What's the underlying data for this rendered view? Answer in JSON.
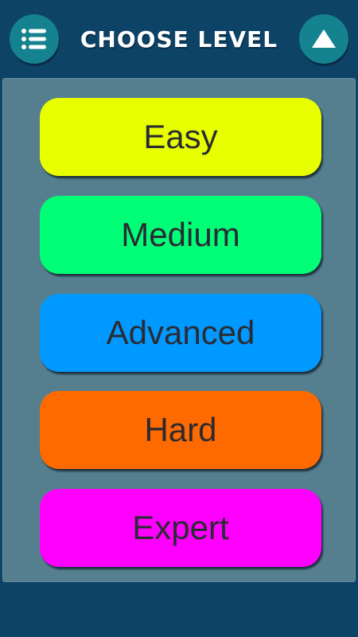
{
  "header": {
    "title": "CHOOSE LEVEL",
    "menu_icon": "list-icon",
    "up_icon": "triangle-up-icon"
  },
  "levels": [
    {
      "label": "Easy",
      "color": "#e8ff00"
    },
    {
      "label": "Medium",
      "color": "#00ff77"
    },
    {
      "label": "Advanced",
      "color": "#0099ff"
    },
    {
      "label": "Hard",
      "color": "#ff6a00"
    },
    {
      "label": "Expert",
      "color": "#ff00ff"
    }
  ],
  "colors": {
    "background": "#0e4368",
    "panel": "#557f8f",
    "round_button": "#15828f"
  }
}
